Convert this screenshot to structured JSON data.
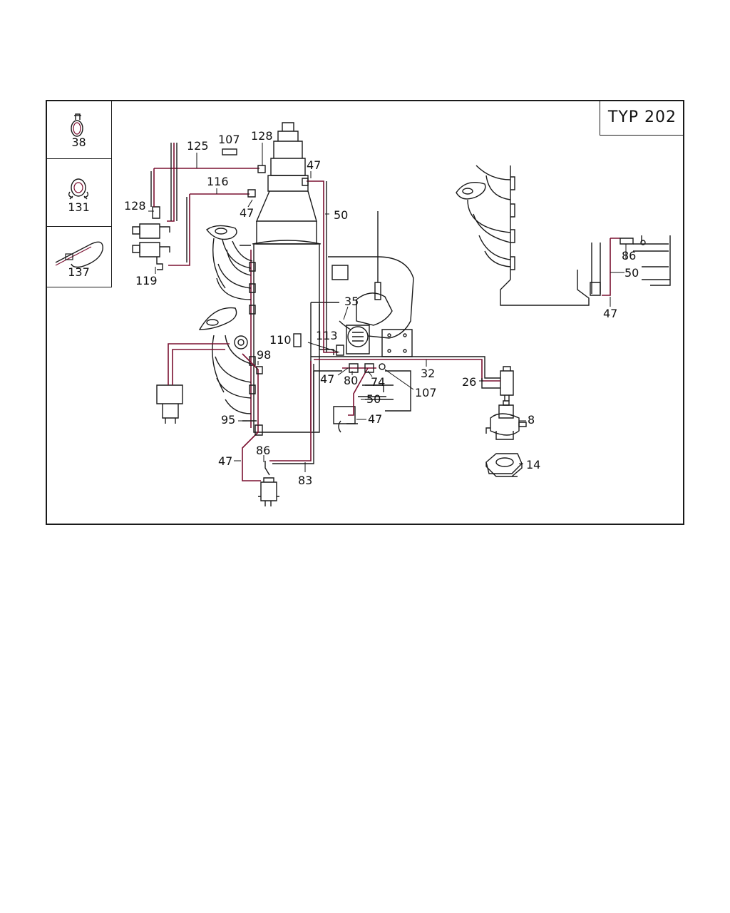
{
  "header": {
    "type_label": "TYP 202"
  },
  "legend": [
    {
      "number": "38",
      "icon": "hose-clamp-icon"
    },
    {
      "number": "131",
      "icon": "spring-clamp-icon"
    },
    {
      "number": "137",
      "icon": "cable-tie-icon"
    }
  ],
  "callouts": {
    "c125": "125",
    "c107a": "107",
    "c128a": "128",
    "c47a": "47",
    "c116": "116",
    "c128b": "128",
    "c47b": "47",
    "c50a": "50",
    "c119": "119",
    "c35": "35",
    "c86a": "86",
    "c50b": "50",
    "c47c": "47",
    "c110": "110",
    "c113": "113",
    "c98": "98",
    "c32": "32",
    "c47d": "47",
    "c80": "80",
    "c74": "74",
    "c107b": "107",
    "c26": "26",
    "c50c": "50",
    "c47e": "47",
    "c8": "8",
    "c95": "95",
    "c47f": "47",
    "c86b": "86",
    "c83": "83",
    "c14": "14"
  },
  "colors": {
    "line": "#1a1a1a",
    "hose": "#7a1030"
  }
}
